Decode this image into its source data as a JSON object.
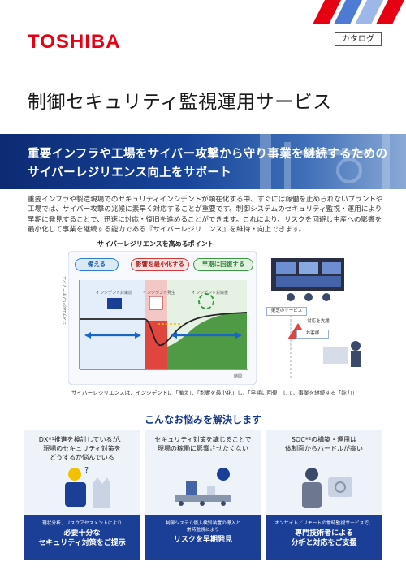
{
  "header": {
    "logo": "TOSHIBA",
    "badge": "カタログ",
    "title": "制御セキュリティ監視運用サービス"
  },
  "banner": {
    "line1": "重要インフラや工場をサイバー攻撃から守り事業を継続するための",
    "line2": "サイバーレジリエンス向上をサポート"
  },
  "intro": {
    "lines": [
      "重要インフラや製造現場でのセキュリティインシデントが顕在化する中、すぐには稼働を止められないプラントや",
      "工場では、サイバー攻撃の兆候に素早く対応することが重要です。制御システムのセキュリティ監視・運用により",
      "早期に発見することで、迅速に対応・復旧を進めることができます。これにより、リスクを回避し生産への影響を",
      "最小化して事業を継続する能力である『サイバーレジリエンス』を維持・向上できます。"
    ]
  },
  "figure": {
    "title": "サイバーレジリエンスを高めるポイント",
    "pills": [
      "備える",
      "影響を最小化する",
      "早期に回復する"
    ],
    "stage_labels": [
      "インシデント対策前",
      "インシデント発生",
      "インシデント対策後"
    ],
    "y_axis": "システムのパフォーマンス",
    "x_axis": "時間",
    "service_box": "東芝のサービス",
    "box_a": "対応を支援",
    "box_b": "お客様",
    "caption": "サイバーレジリエンスは、インシデントに「備え」、「影響を最小化」し、「早期に回復」して、事業を継続する「能力」"
  },
  "problems": {
    "title": "こんなお悩みを解決します",
    "cards": [
      {
        "text1": "DX",
        "sup": "※1",
        "text2": "推進を検討しているが、",
        "text3": "現場のセキュリティ対策を",
        "text4": "どうするか悩んでいる",
        "sol_small": "現状分析、リスクアセスメントにより",
        "sol_big1": "必要十分な",
        "sol_big2": "セキュリティ対策をご提示"
      },
      {
        "text1": "セキュリティ対策を講じることで",
        "text2": "現場の稼働に影響させたくない",
        "sol_small1": "制御システム侵入検知装置の導入と",
        "sol_small2": "常時監視により",
        "sol_big1": "リスクを早期発見"
      },
      {
        "text1": "SOC",
        "sup": "※2",
        "text2": "の構築・運用は",
        "text3": "体制面からハードルが高い",
        "sol_small": "オンサイト／リモートの常時監視サービスで、",
        "sol_big1": "専門技術者による",
        "sol_big2": "分析と対応をご支援"
      }
    ]
  },
  "colors": {
    "brand_red": "#e60012",
    "navy": "#1b3f96",
    "card_bg": "#eef3f9"
  }
}
